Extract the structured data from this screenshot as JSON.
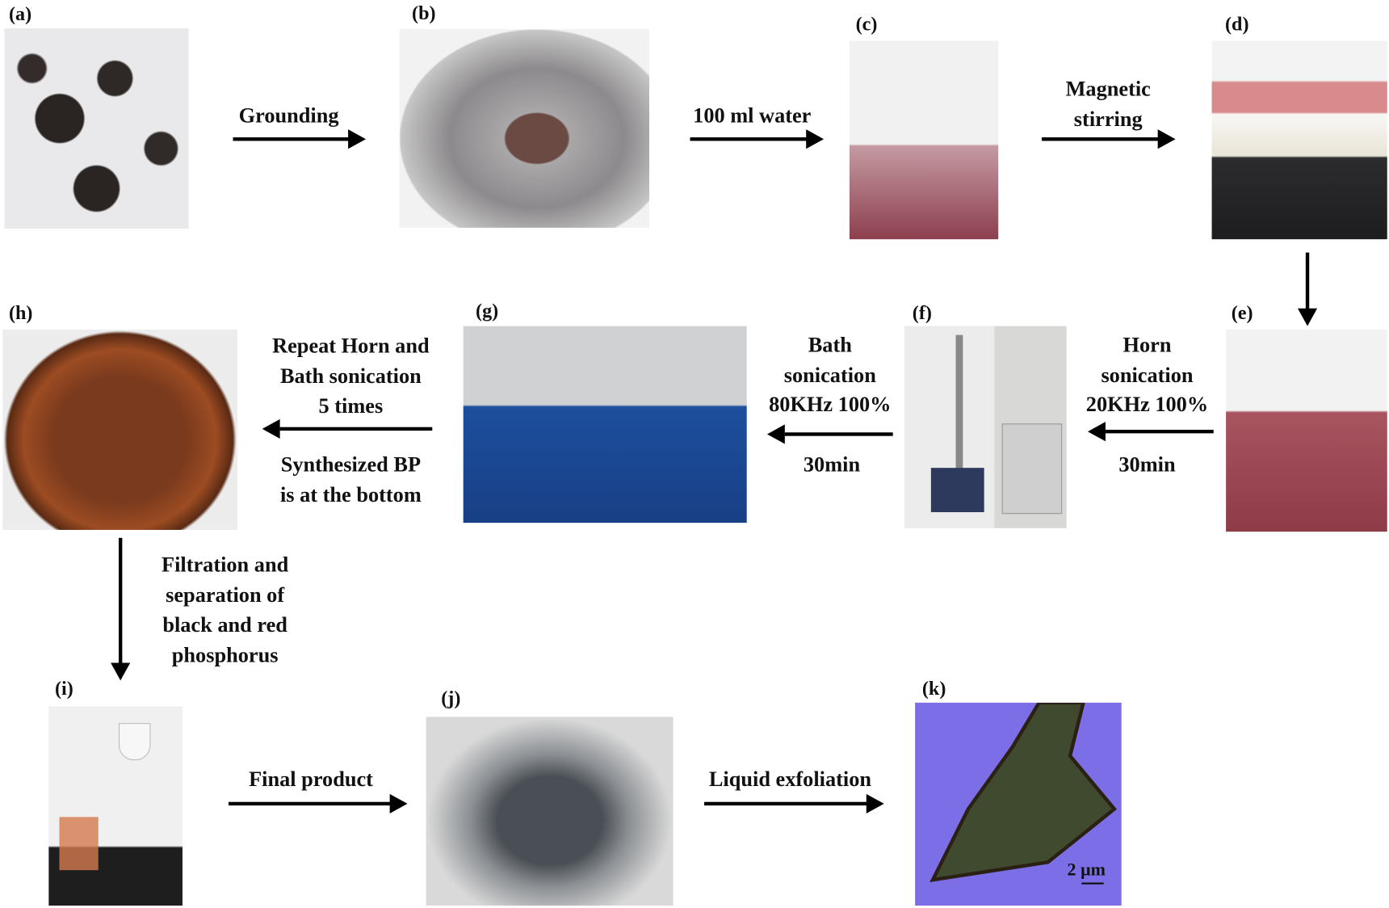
{
  "panels": [
    {
      "id": "a",
      "label": "(a)"
    },
    {
      "id": "b",
      "label": "(b)"
    },
    {
      "id": "c",
      "label": "(c)"
    },
    {
      "id": "d",
      "label": "(d)"
    },
    {
      "id": "e",
      "label": "(e)"
    },
    {
      "id": "f",
      "label": "(f)"
    },
    {
      "id": "g",
      "label": "(g)"
    },
    {
      "id": "h",
      "label": "(h)"
    },
    {
      "id": "i",
      "label": "(i)"
    },
    {
      "id": "j",
      "label": "(j)"
    },
    {
      "id": "k",
      "label": "(k)"
    }
  ],
  "steps": {
    "ab": [
      "Grounding"
    ],
    "bc": [
      "100 ml water"
    ],
    "cd": [
      "Magnetic",
      "stirring"
    ],
    "ef": [
      "Horn",
      "sonication",
      "20KHz 100%",
      "30min"
    ],
    "fg": [
      "Bath",
      "sonication",
      "80KHz 100%",
      "30min"
    ],
    "gh": [
      "Repeat Horn and",
      "Bath sonication",
      "5 times",
      "Synthesized BP",
      "is at the bottom"
    ],
    "hi": [
      "Filtration and",
      "separation of",
      "black and red",
      "phosphorus"
    ],
    "ij": [
      "Final product"
    ],
    "jk": [
      "Liquid exfoliation"
    ]
  },
  "scale_bar": "2 µm"
}
